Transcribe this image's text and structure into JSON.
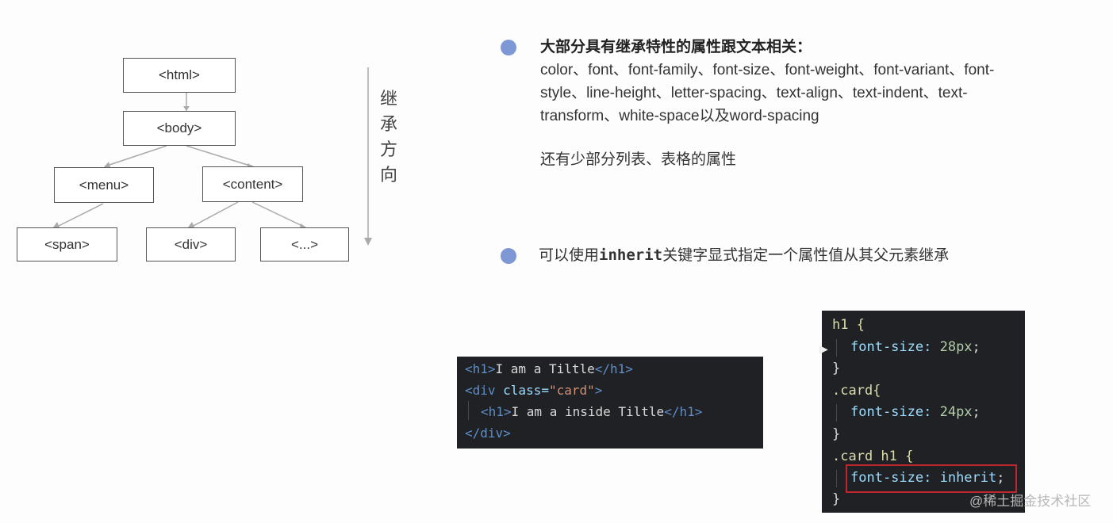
{
  "diagram": {
    "nodes": {
      "html": "<html>",
      "body": "<body>",
      "menu": "<menu>",
      "content": "<content>",
      "span": "<span>",
      "div": "<div>",
      "more": "<...>"
    },
    "direction_label": "继承方向"
  },
  "bullets": {
    "inherited_heading": "大部分具有继承特性的属性跟文本相关：",
    "inherited_line1": "color、font、font-family、font-size、font-weight、font-variant、font-",
    "inherited_line2": "style、line-height、letter-spacing、text-align、text-indent、text-",
    "inherited_line3": "transform、white-space以及word-spacing",
    "inherited_extra": "还有少部分列表、表格的属性",
    "inherit_prefix": "可以使用",
    "inherit_keyword": "inherit",
    "inherit_suffix": "关键字显式指定一个属性值从其父元素继承"
  },
  "html_code": {
    "l1_open": "<h1>",
    "l1_text": "I am a Tiltle",
    "l1_close": "</h1>",
    "l2_open": "<div",
    "l2_attr": " class=",
    "l2_val": "\"card\"",
    "l2_end": ">",
    "l3_open": "<h1>",
    "l3_text": "I am a inside Tiltle",
    "l3_close": "</h1>",
    "l4_close": "</div>"
  },
  "css_code": {
    "r1_sel": "h1 {",
    "r1_prop": "font-size:",
    "r1_val": " 28px",
    "r1_end": ";",
    "r1_close": "}",
    "r2_sel": ".card{",
    "r2_prop": "font-size:",
    "r2_val": " 24px",
    "r2_end": ";",
    "r2_close": "}",
    "r3_sel": ".card h1 {",
    "r3_prop": "font-size:",
    "r3_val": " inherit",
    "r3_end": ";",
    "r3_close": "}"
  },
  "watermark": "@稀土掘金技术社区",
  "colors": {
    "bullet": "#7e98d6",
    "code_bg": "#1f2124",
    "highlight": "#c0272d"
  }
}
